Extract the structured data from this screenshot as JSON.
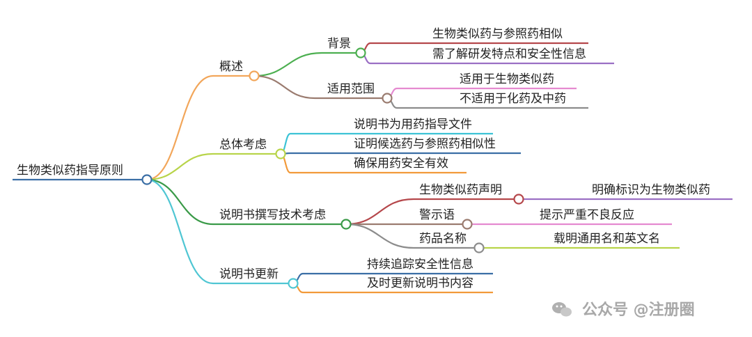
{
  "root": {
    "label": "生物类似药指导原则"
  },
  "branches": [
    {
      "label": "概述",
      "color": "#f2a65a",
      "children": [
        {
          "label": "背景",
          "color": "#4caf50",
          "leaves": [
            {
              "label": "生物类似药与参照药相似",
              "color": "#b5474b"
            },
            {
              "label": "需了解研发特点和安全性信息",
              "color": "#9b6fc4"
            }
          ]
        },
        {
          "label": "适用范围",
          "color": "#9a7b6f",
          "leaves": [
            {
              "label": "适用于生物类似药",
              "color": "#e58ad0"
            },
            {
              "label": "不适用于化药及中药",
              "color": "#8c8c8c"
            }
          ]
        }
      ]
    },
    {
      "label": "总体考虑",
      "color": "#b8d44a",
      "children": [
        {
          "label": "说明书为用药指导文件",
          "color": "#3cc3d6",
          "leaves": []
        },
        {
          "label": "证明候选药与参照药相似性",
          "color": "#3a6ea5",
          "leaves": []
        },
        {
          "label": "确保用药安全有效",
          "color": "#f29a3a",
          "leaves": []
        }
      ]
    },
    {
      "label": "说明书撰写技术考虑",
      "color": "#3a9a48",
      "children": [
        {
          "label": "生物类似药声明",
          "color": "#b5474b",
          "leaves": [
            {
              "label": "明确标识为生物类似药",
              "color": "#9b6fc4"
            }
          ]
        },
        {
          "label": "警示语",
          "color": "#9a7b6f",
          "leaves": [
            {
              "label": "提示严重不良反应",
              "color": "#e58ad0"
            }
          ]
        },
        {
          "label": "药品名称",
          "color": "#8c8c8c",
          "leaves": [
            {
              "label": "载明通用名和英文名",
              "color": "#b8d44a"
            }
          ]
        }
      ]
    },
    {
      "label": "说明书更新",
      "color": "#4fc6d3",
      "children": [
        {
          "label": "持续追踪安全性信息",
          "color": "#3a6ea5",
          "leaves": []
        },
        {
          "label": "及时更新说明书内容",
          "color": "#f29a3a",
          "leaves": []
        }
      ]
    }
  ],
  "root_color": "#3a6ea5",
  "watermark": {
    "text": "公众号 @注册圈",
    "icon": "wechat-icon"
  }
}
